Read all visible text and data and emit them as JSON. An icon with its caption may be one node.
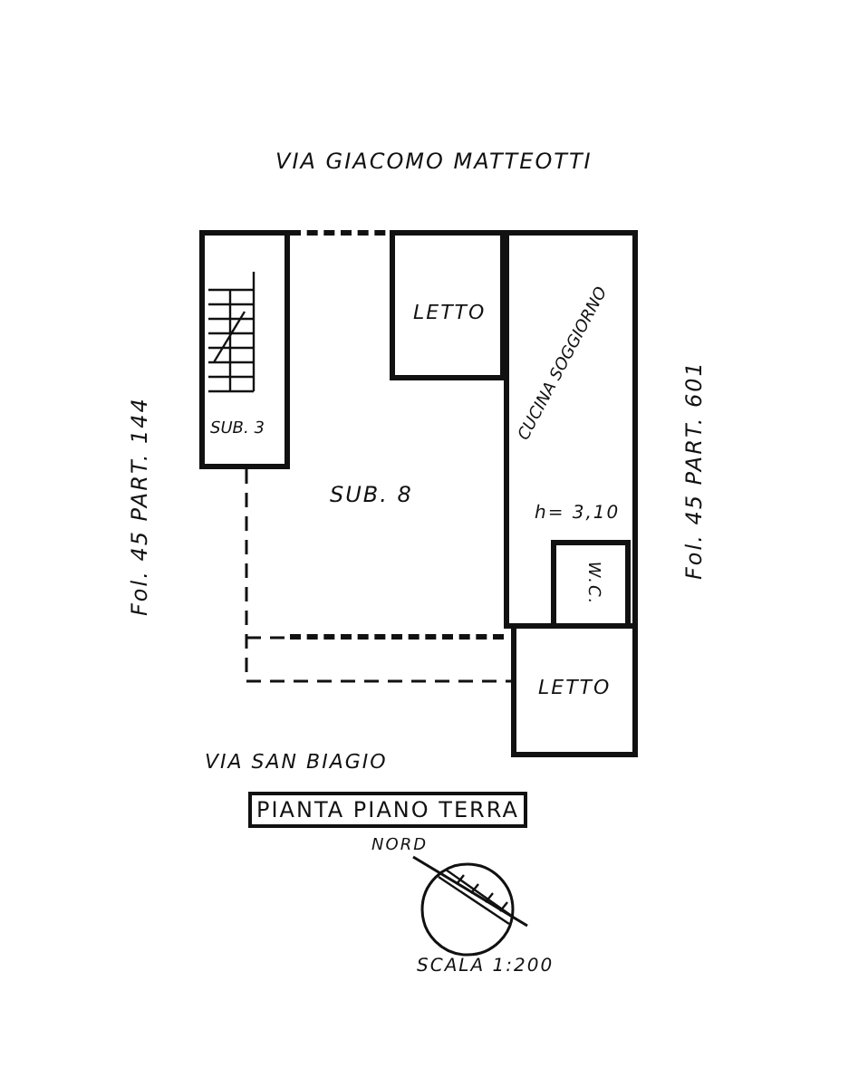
{
  "diagram": {
    "title": "PIANTA PIANO TERRA",
    "nodes": [
      {
        "text": [
          "SUB. 3"
        ]
      },
      {
        "text": [
          "LETTO"
        ],
        "in": 3
      },
      {
        "text": [
          "CUCINA SOGGIORNO",
          "h= 3,10"
        ]
      },
      {
        "text": [
          "SUB. 8"
        ]
      },
      {
        "text": [
          "W.C."
        ],
        "in": 2
      },
      {
        "text": [
          "LETTO"
        ]
      }
    ],
    "labels": [
      "VIA GIACOMO MATTEOTTI",
      "Fol. 45 PART. 144",
      "Fol. 45 PART. 601",
      "VIA SAN BIAGIO",
      "NORD",
      "SCALA 1:200"
    ]
  }
}
